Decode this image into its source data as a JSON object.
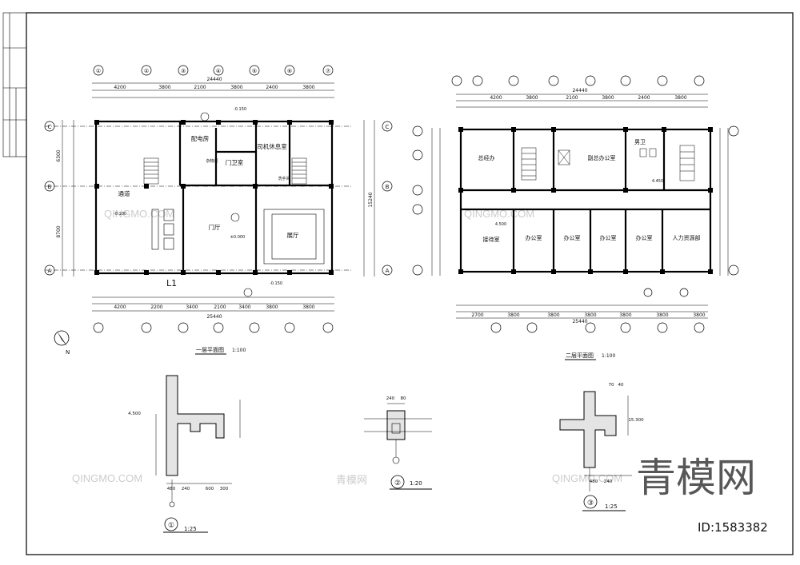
{
  "plan1": {
    "title": "一层平面图",
    "scale": "1:100",
    "rooms": {
      "corridor": "通道",
      "power_room": "配电房",
      "duty_rest": "司机休息室",
      "toilet": "门卫室",
      "lobby": "门厅",
      "hall": "展厅",
      "storage": "杂物间",
      "wc": "洗手间"
    },
    "axes_numbers": [
      "①",
      "②",
      "③",
      "④",
      "⑤",
      "⑥",
      "⑦"
    ],
    "axes_letters": [
      "C",
      "B",
      "A"
    ],
    "total_width": "24440",
    "total_width_bottom": "25440",
    "top_dims": [
      "4200",
      "3800",
      "2100",
      "3800",
      "2400",
      "3800"
    ],
    "bottom_dims": [
      "4200",
      "2200",
      "3400",
      "2100",
      "3400",
      "3800",
      "3800"
    ],
    "left_dims": [
      "6300",
      "8700",
      "15240"
    ],
    "level_marks": [
      "-0.150",
      "±0.000",
      "-0.100",
      "-0.150"
    ],
    "section_label": "L1"
  },
  "plan2": {
    "title": "二层平面图",
    "scale": "1:100",
    "rooms": {
      "gm": "总经办",
      "deputy": "副总办公室",
      "wc": "男卫",
      "reception": "接待室",
      "office1": "办公室",
      "office2": "办公室",
      "office3": "办公室",
      "office4": "办公室",
      "hr": "人力资源部"
    },
    "total_width": "24440",
    "total_width_bottom": "25440",
    "top_dims": [
      "4200",
      "3800",
      "2100",
      "3800",
      "2400",
      "3800"
    ],
    "bottom_dims": [
      "2700",
      "3800",
      "3800",
      "3800",
      "3800",
      "3800",
      "3800"
    ],
    "level_marks": [
      "4.500",
      "4.450"
    ]
  },
  "details": [
    {
      "label": "①",
      "scale": "1:25",
      "dims": [
        "480",
        "240",
        "600",
        "300"
      ],
      "level": "4.500"
    },
    {
      "label": "②",
      "scale": "1:20",
      "dims": [
        "240",
        "80"
      ]
    },
    {
      "label": "③",
      "scale": "1:25",
      "dims": [
        "480",
        "240",
        "70",
        "40"
      ],
      "level": "15.300"
    }
  ],
  "watermark": {
    "brand": "QINGMO.COM",
    "cn": "青模网",
    "id_text": "ID:1583382"
  },
  "compass": {
    "label": "N"
  }
}
